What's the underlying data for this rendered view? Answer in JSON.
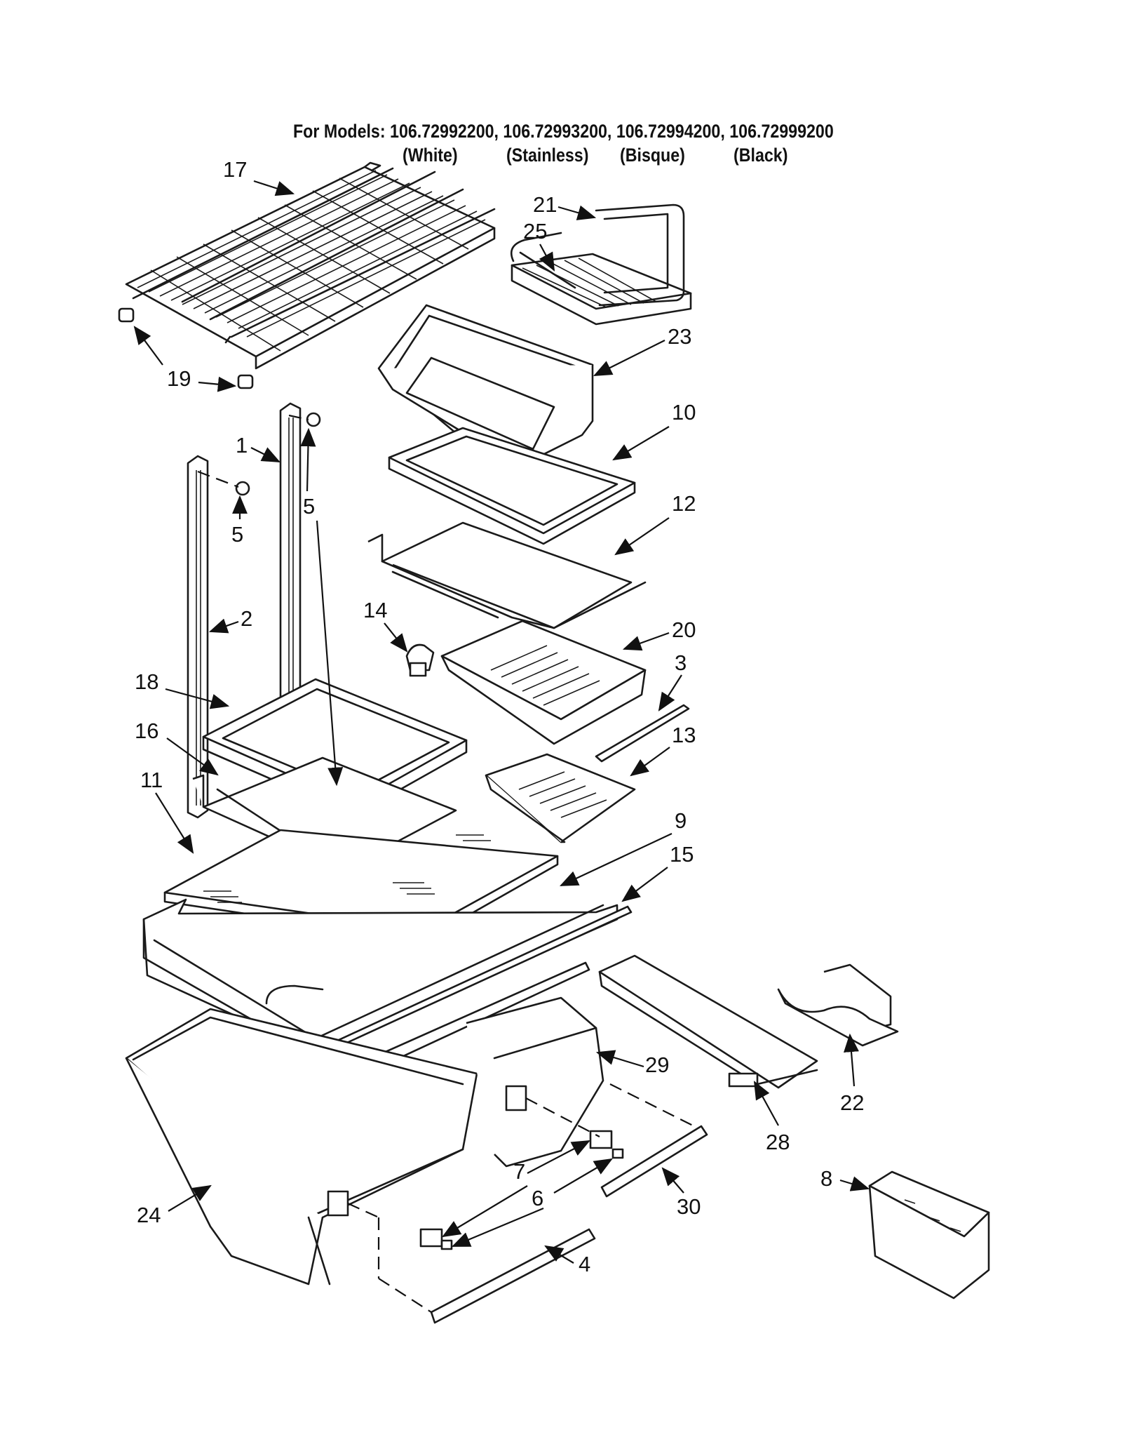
{
  "header": {
    "models_line": "For Models: 106.72992200, 106.72993200, 106.72994200, 106.72999200",
    "colors": [
      "(White)",
      "(Stainless)",
      "(Bisque)",
      "(Black)"
    ]
  },
  "callouts": {
    "c1": "1",
    "c2": "2",
    "c3": "3",
    "c4": "4",
    "c5a": "5",
    "c5b": "5",
    "c6": "6",
    "c7": "7",
    "c8": "8",
    "c9": "9",
    "c10": "10",
    "c11": "11",
    "c12": "12",
    "c13": "13",
    "c14": "14",
    "c15": "15",
    "c16": "16",
    "c17": "17",
    "c18": "18",
    "c19": "19",
    "c20": "20",
    "c21": "21",
    "c22": "22",
    "c23": "23",
    "c24": "24",
    "c25": "25",
    "c28": "28",
    "c29": "29",
    "c30": "30"
  }
}
